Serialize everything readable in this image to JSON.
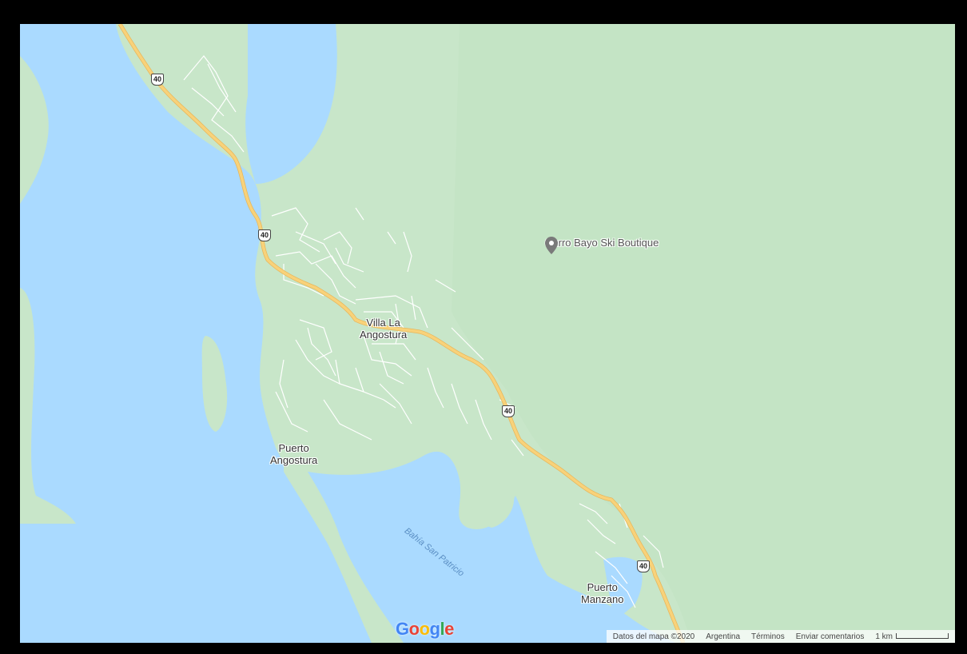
{
  "map": {
    "colors": {
      "land": "#c8e6c9",
      "park": "#bfe3c1",
      "water": "#aadaff",
      "highway": "#f8d27a",
      "streets": "#ffffff"
    },
    "labels": {
      "villa": "Villa La\nAngostura",
      "puerto_angostura": "Puerto\nAngostura",
      "puerto_manzano": "Puerto\nManzano",
      "bahia": "Bahía San Patricio"
    },
    "poi": {
      "name": "Cerro Bayo Ski Boutique",
      "icon": "map-pin-icon"
    },
    "route_shield": "40",
    "brand": "Google"
  },
  "attribution": {
    "data": "Datos del mapa ©2020",
    "country": "Argentina",
    "terms": "Términos",
    "feedback": "Enviar comentarios",
    "scale": "1 km"
  }
}
